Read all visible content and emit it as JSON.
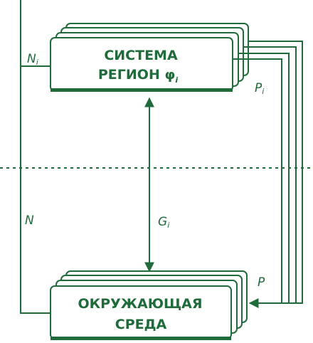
{
  "colors": {
    "stroke": "#1f6b3a",
    "background": "#ffffff"
  },
  "top_box": {
    "line1": "СИСТЕМА",
    "line2": "РЕГИОН φ",
    "line2_sub": "i"
  },
  "bottom_box": {
    "line1": "ОКРУЖАЮЩАЯ",
    "line2": "СРЕДА"
  },
  "labels": {
    "Ni": "N",
    "Ni_sub": "i",
    "N": "N",
    "Pi": "P",
    "Pi_sub": "i",
    "P": "P",
    "Gi": "G",
    "Gi_sub": "i"
  }
}
